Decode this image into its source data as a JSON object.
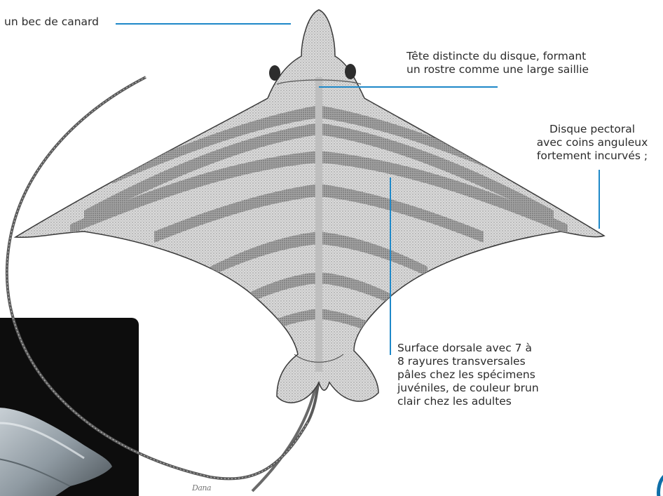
{
  "labels": {
    "bec": "un bec de canard",
    "tete": [
      "Tête distincte du disque, formant",
      "un rostre comme une large saillie"
    ],
    "disque": [
      "Disque pectoral",
      "avec coins anguleux",
      "fortement incurvés ;"
    ],
    "surface": [
      "Surface dorsale avec 7 à",
      "8 rayures transversales",
      "pâles chez les spécimens",
      "juvéniles, de couleur brun",
      "clair chez les adultes"
    ]
  },
  "signature": "Dana",
  "colors": {
    "leader": "#1e88c8",
    "body_fill": "#d4d4d4",
    "stripe_dark": "#8a8a8a",
    "photo_bg": "#0d0d0d",
    "accent_mark": "#0f6fa8"
  }
}
